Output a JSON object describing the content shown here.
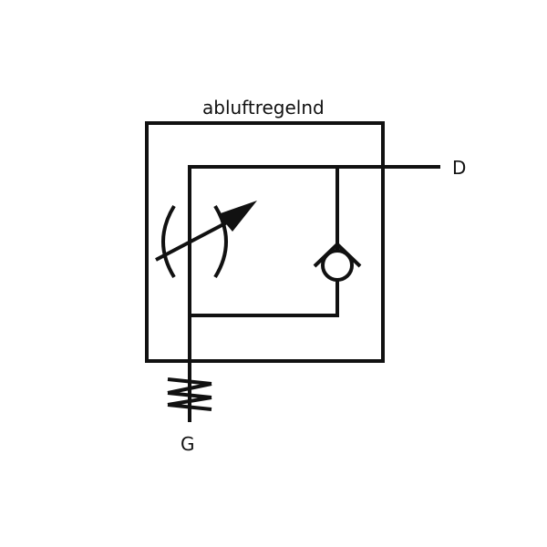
{
  "diagram": {
    "title": "abluftregelnd",
    "ports": {
      "outlet": "D",
      "gauge": "G"
    },
    "components": [
      "adjustable-throttle-icon",
      "check-valve-icon",
      "spring-icon"
    ],
    "colors": {
      "stroke": "#111111",
      "background": "#ffffff"
    }
  }
}
